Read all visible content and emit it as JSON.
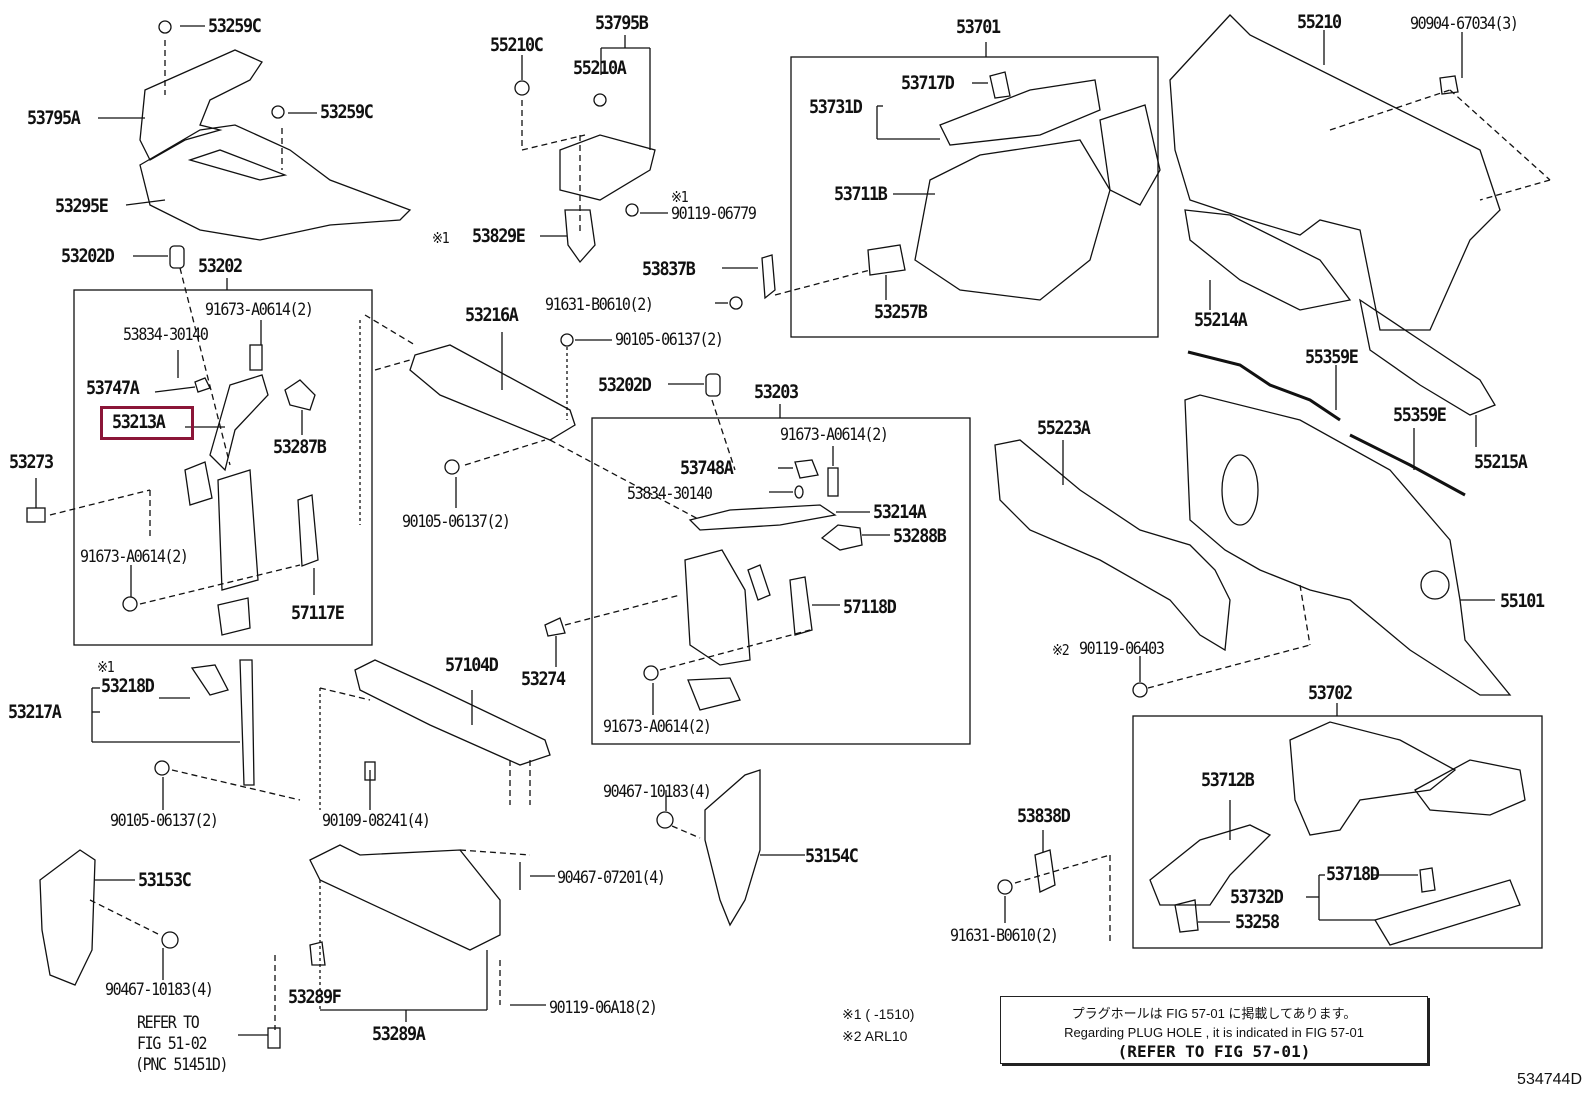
{
  "diagram": {
    "type": "exploded parts diagram",
    "figure_id": "534744D",
    "highlighted_part": "53213A",
    "highlight_color": "#8b1538"
  },
  "labels": {
    "p53259C_top": "53259C",
    "p53795A": "53795A",
    "p53259C_mid": "53259C",
    "p53295E": "53295E",
    "p53202D_left": "53202D",
    "p53202": "53202",
    "p91673_a": "91673-A0614(2)",
    "p53834_a": "53834-30140",
    "p53747A": "53747A",
    "p53213A": "53213A",
    "p53287B": "53287B",
    "p53273": "53273",
    "p91673_b": "91673-A0614(2)",
    "p57117E": "57117E",
    "p55210C": "55210C",
    "p53795B": "53795B",
    "p55210A": "55210A",
    "mark1_a": "※1",
    "p90119_06779": "90119-06779",
    "mark1_b": "※1",
    "p53829E": "53829E",
    "p53837B": "53837B",
    "p91631_a": "91631-B0610(2)",
    "p53216A": "53216A",
    "p90105_a": "90105-06137(2)",
    "p90105_b": "90105-06137(2)",
    "p53701": "53701",
    "p53717D": "53717D",
    "p53731D": "53731D",
    "p53711B": "53711B",
    "p53257B": "53257B",
    "p55210": "55210",
    "p90904": "90904-67034(3)",
    "p55214A": "55214A",
    "p55359E_a": "55359E",
    "p55359E_b": "55359E",
    "p55215A": "55215A",
    "p55223A": "55223A",
    "p55101": "55101",
    "mark2": "※2",
    "p90119_06403": "90119-06403",
    "p53202D_mid": "53202D",
    "p53203": "53203",
    "p91673_c": "91673-A0614(2)",
    "p53748A": "53748A",
    "p53834_b": "53834-30140",
    "p53214A": "53214A",
    "p53288B": "53288B",
    "p57118D": "57118D",
    "p53274": "53274",
    "p91673_d": "91673-A0614(2)",
    "mark1_c": "※1",
    "p53218D": "53218D",
    "p53217A": "53217A",
    "p57104D": "57104D",
    "p90105_c": "90105-06137(2)",
    "p90109": "90109-08241(4)",
    "p90467_10183_a": "90467-10183(4)",
    "p53154C": "53154C",
    "p53153C": "53153C",
    "p90467_07201": "90467-07201(4)",
    "p90467_10183_b": "90467-10183(4)",
    "p53289F": "53289F",
    "p90119_06A18": "90119-06A18(2)",
    "p53289A": "53289A",
    "refer1": "REFER TO",
    "refer2": "FIG 51-02",
    "refer3": "(PNC 51451D)",
    "p53702": "53702",
    "p53712B": "53712B",
    "p53838D": "53838D",
    "p91631_b": "91631-B0610(2)",
    "p53718D": "53718D",
    "p53732D": "53732D",
    "p53258": "53258"
  },
  "footnotes": {
    "note1": "※1 (      -1510)",
    "note2": "※2 ARL10"
  },
  "notice": {
    "line_jp": "プラグホールは FIG 57-01 に掲載してあります。",
    "line_en": "Regarding  PLUG  HOLE , it is indicated in FIG 57-01",
    "line_ref": "(REFER TO FIG 57-01)"
  }
}
